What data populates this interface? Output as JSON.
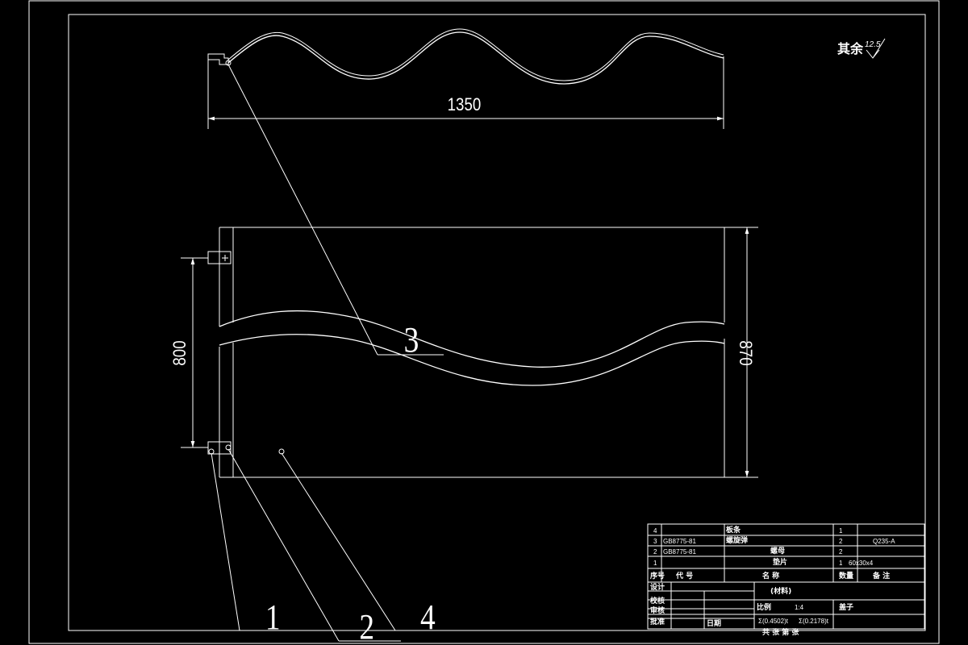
{
  "drawing": {
    "roughness_prefix": "其余",
    "roughness_value": "12.5",
    "dims": {
      "width": "1350",
      "height_left": "800",
      "height_right": "870"
    },
    "balloons": [
      "1",
      "2",
      "3",
      "4"
    ]
  },
  "title_block": {
    "parts": [
      {
        "no": "4",
        "code": "",
        "name": "板条",
        "qty": "1",
        "note": ""
      },
      {
        "no": "3",
        "code": "GB8775-81",
        "name": "螺旋弹",
        "qty": "2",
        "note": "Q235-A"
      },
      {
        "no": "2",
        "code": "GB8775-81",
        "name": "螺母",
        "qty": "2",
        "note": ""
      },
      {
        "no": "1",
        "code": "",
        "name": "垫片",
        "qty": "1",
        "note": "60x30x4"
      }
    ],
    "header": {
      "no": "序号",
      "code": "代  号",
      "name": "名  称",
      "qty": "数量",
      "note": "备 注"
    },
    "labels": {
      "design": "设计",
      "check": "校核",
      "review": "审核",
      "approve": "批准",
      "date": "日期",
      "material": "(材料)",
      "scale_label": "比例",
      "scale_value": "1:4",
      "title": "盖子",
      "sheet_info": "共  张     第  张",
      "weight_a": "Σ(0.4502)t",
      "weight_b": "Σ(0.2178)t"
    }
  }
}
